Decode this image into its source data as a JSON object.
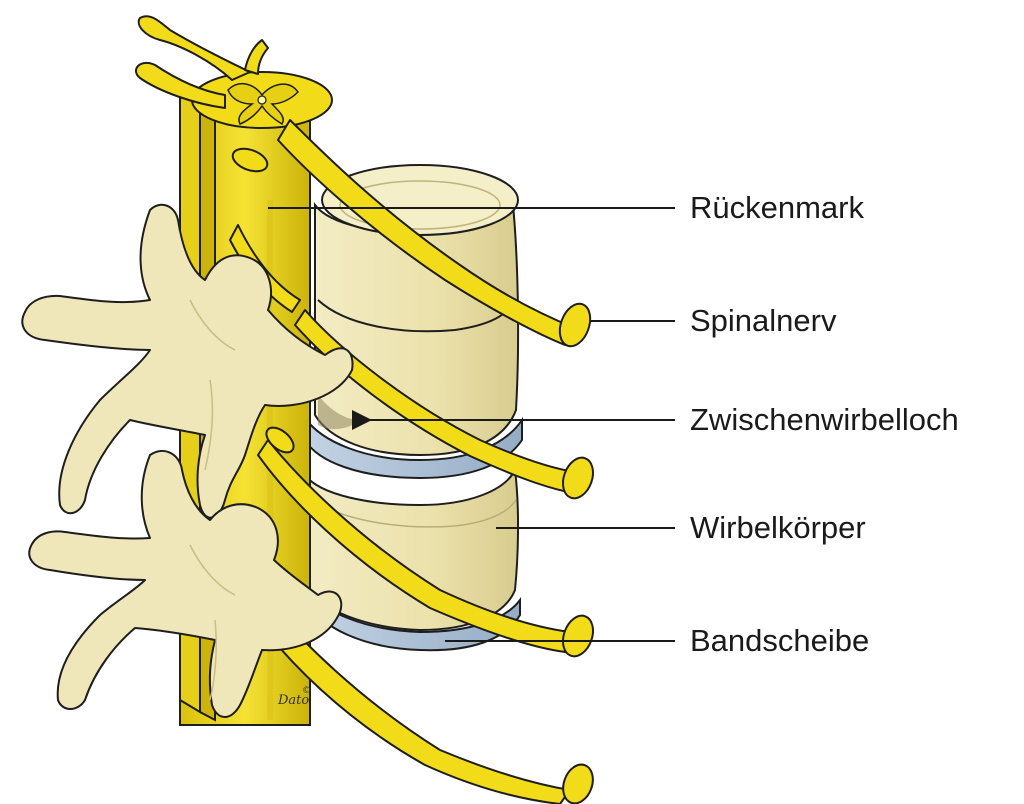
{
  "diagram": {
    "labels": {
      "rueckenmark": "Rückenmark",
      "spinalnerv": "Spinalnerv",
      "zwischenwirbelloch": "Zwischenwirbelloch",
      "wirbelkoerper": "Wirbelkörper",
      "bandscheibe": "Bandscheibe"
    },
    "copyright_mark": "©",
    "signature": "Dato"
  },
  "colors": {
    "nerve_fill": "#f2dc1a",
    "nerve_shadow": "#c9b10a",
    "bone_fill": "#efe7b9",
    "bone_shadow": "#d6cc93",
    "disc_fill": "#a9bfd6",
    "outline": "#1e1e1e",
    "leader_line": "#1a1a1a"
  }
}
